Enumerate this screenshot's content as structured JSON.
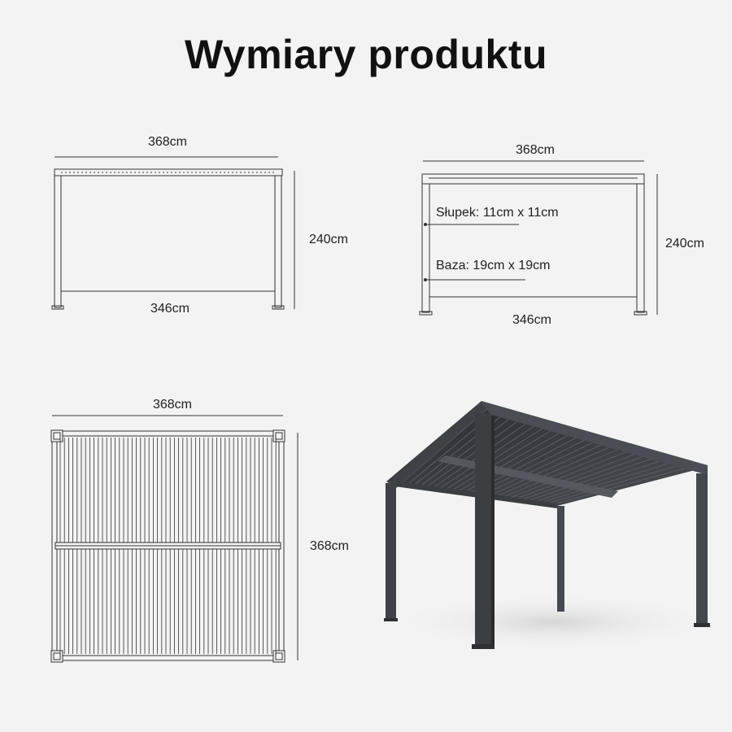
{
  "title": "Wymiary produktu",
  "colors": {
    "background": "#f3f3f3",
    "line": "#333333",
    "frame_dark": "#3e4146",
    "roof_dark": "#2c2f33"
  },
  "front_view": {
    "width_top": "368cm",
    "width_bottom": "346cm",
    "height": "240cm"
  },
  "side_view": {
    "width_top": "368cm",
    "width_bottom": "346cm",
    "height": "240cm",
    "post_label": "Słupek: 11cm x 11cm",
    "base_label": "Baza: 19cm x 19cm"
  },
  "top_view": {
    "width": "368cm",
    "depth": "368cm"
  }
}
